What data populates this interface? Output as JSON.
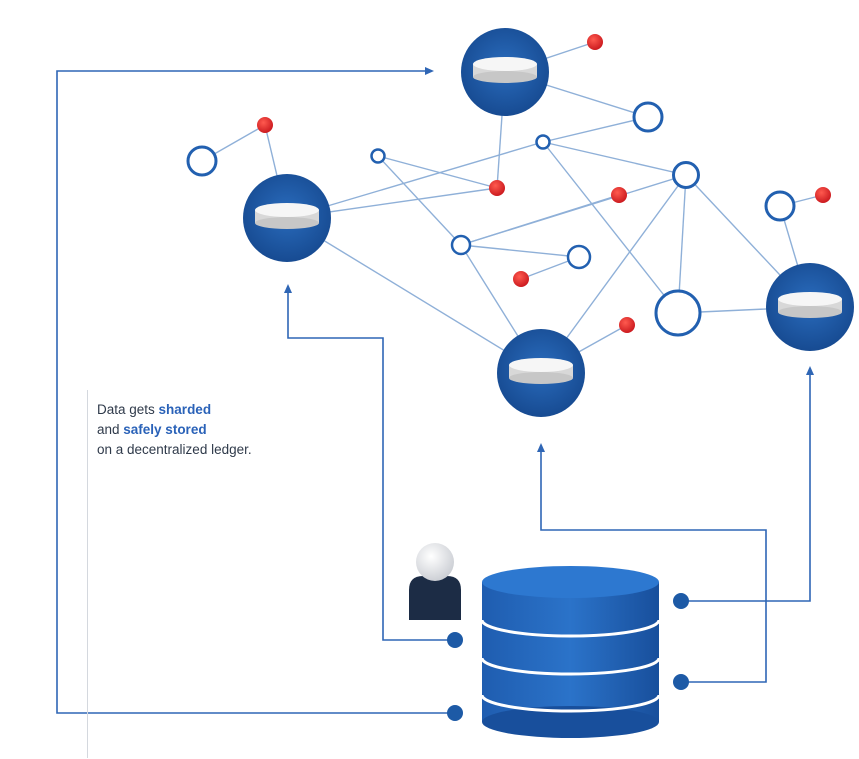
{
  "caption": {
    "line1_prefix": "Data gets ",
    "line1_emphasis": "sharded",
    "line2_prefix": "and ",
    "line2_emphasis": "safely stored",
    "line3": "on a decentralized ledger."
  },
  "colors": {
    "node_blue": "#1d5aa6",
    "line_blue": "#2f66b5",
    "edge_light": "#8fb0d8",
    "red_dot": "#e3262b",
    "text": "#2f3a4a",
    "highlight": "#2a62b8",
    "person_body": "#1c2c45"
  },
  "icons": [
    "database-icon",
    "user-icon",
    "storage-node-icon",
    "peer-node-icon",
    "shard-dot-icon",
    "arrow-icon"
  ]
}
